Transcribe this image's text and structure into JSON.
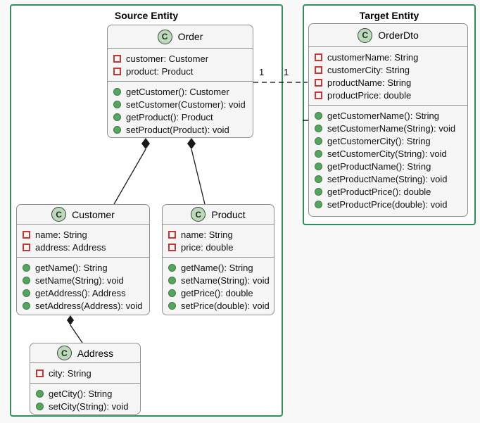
{
  "ui": {
    "class_icon_letter": "C",
    "colors": {
      "background": "#f8f8f8",
      "frame_border": "#2e8f5b",
      "frame_fill": "#ffffff",
      "box_fill": "#f5f5f5",
      "box_border": "#8f8f8f",
      "field_icon_red": "#c63632",
      "method_icon_green": "#55a55e",
      "class_icon_fill": "#bcd9ba"
    }
  },
  "frames": {
    "source": {
      "title": "Source Entity"
    },
    "target": {
      "title": "Target Entity"
    }
  },
  "classes": {
    "order": {
      "name": "Order",
      "attributes": [
        "customer: Customer",
        "product: Product"
      ],
      "methods": [
        "getCustomer(): Customer",
        "setCustomer(Customer): void",
        "getProduct(): Product",
        "setProduct(Product): void"
      ]
    },
    "orderdto": {
      "name": "OrderDto",
      "attributes": [
        "customerName: String",
        "customerCity: String",
        "productName: String",
        "productPrice: double"
      ],
      "methods": [
        "getCustomerName(): String",
        "setCustomerName(String): void",
        "getCustomerCity(): String",
        "setCustomerCity(String): void",
        "getProductName(): String",
        "setProductName(String): void",
        "getProductPrice(): double",
        "setProductPrice(double): void"
      ]
    },
    "customer": {
      "name": "Customer",
      "attributes": [
        "name: String",
        "address: Address"
      ],
      "methods": [
        "getName(): String",
        "setName(String): void",
        "getAddress(): Address",
        "setAddress(Address): void"
      ]
    },
    "product": {
      "name": "Product",
      "attributes": [
        "name: String",
        "price: double"
      ],
      "methods": [
        "getName(): String",
        "setName(String): void",
        "getPrice(): double",
        "setPrice(double): void"
      ]
    },
    "address": {
      "name": "Address",
      "attributes": [
        "city: String"
      ],
      "methods": [
        "getCity(): String",
        "setCity(String): void"
      ]
    }
  },
  "connectors": {
    "order_to_orderdto": {
      "type": "dashed-association",
      "source_multiplicity": "1",
      "target_multiplicity": "1"
    },
    "order_customer": {
      "type": "composition"
    },
    "order_product": {
      "type": "composition"
    },
    "customer_address": {
      "type": "composition"
    }
  }
}
